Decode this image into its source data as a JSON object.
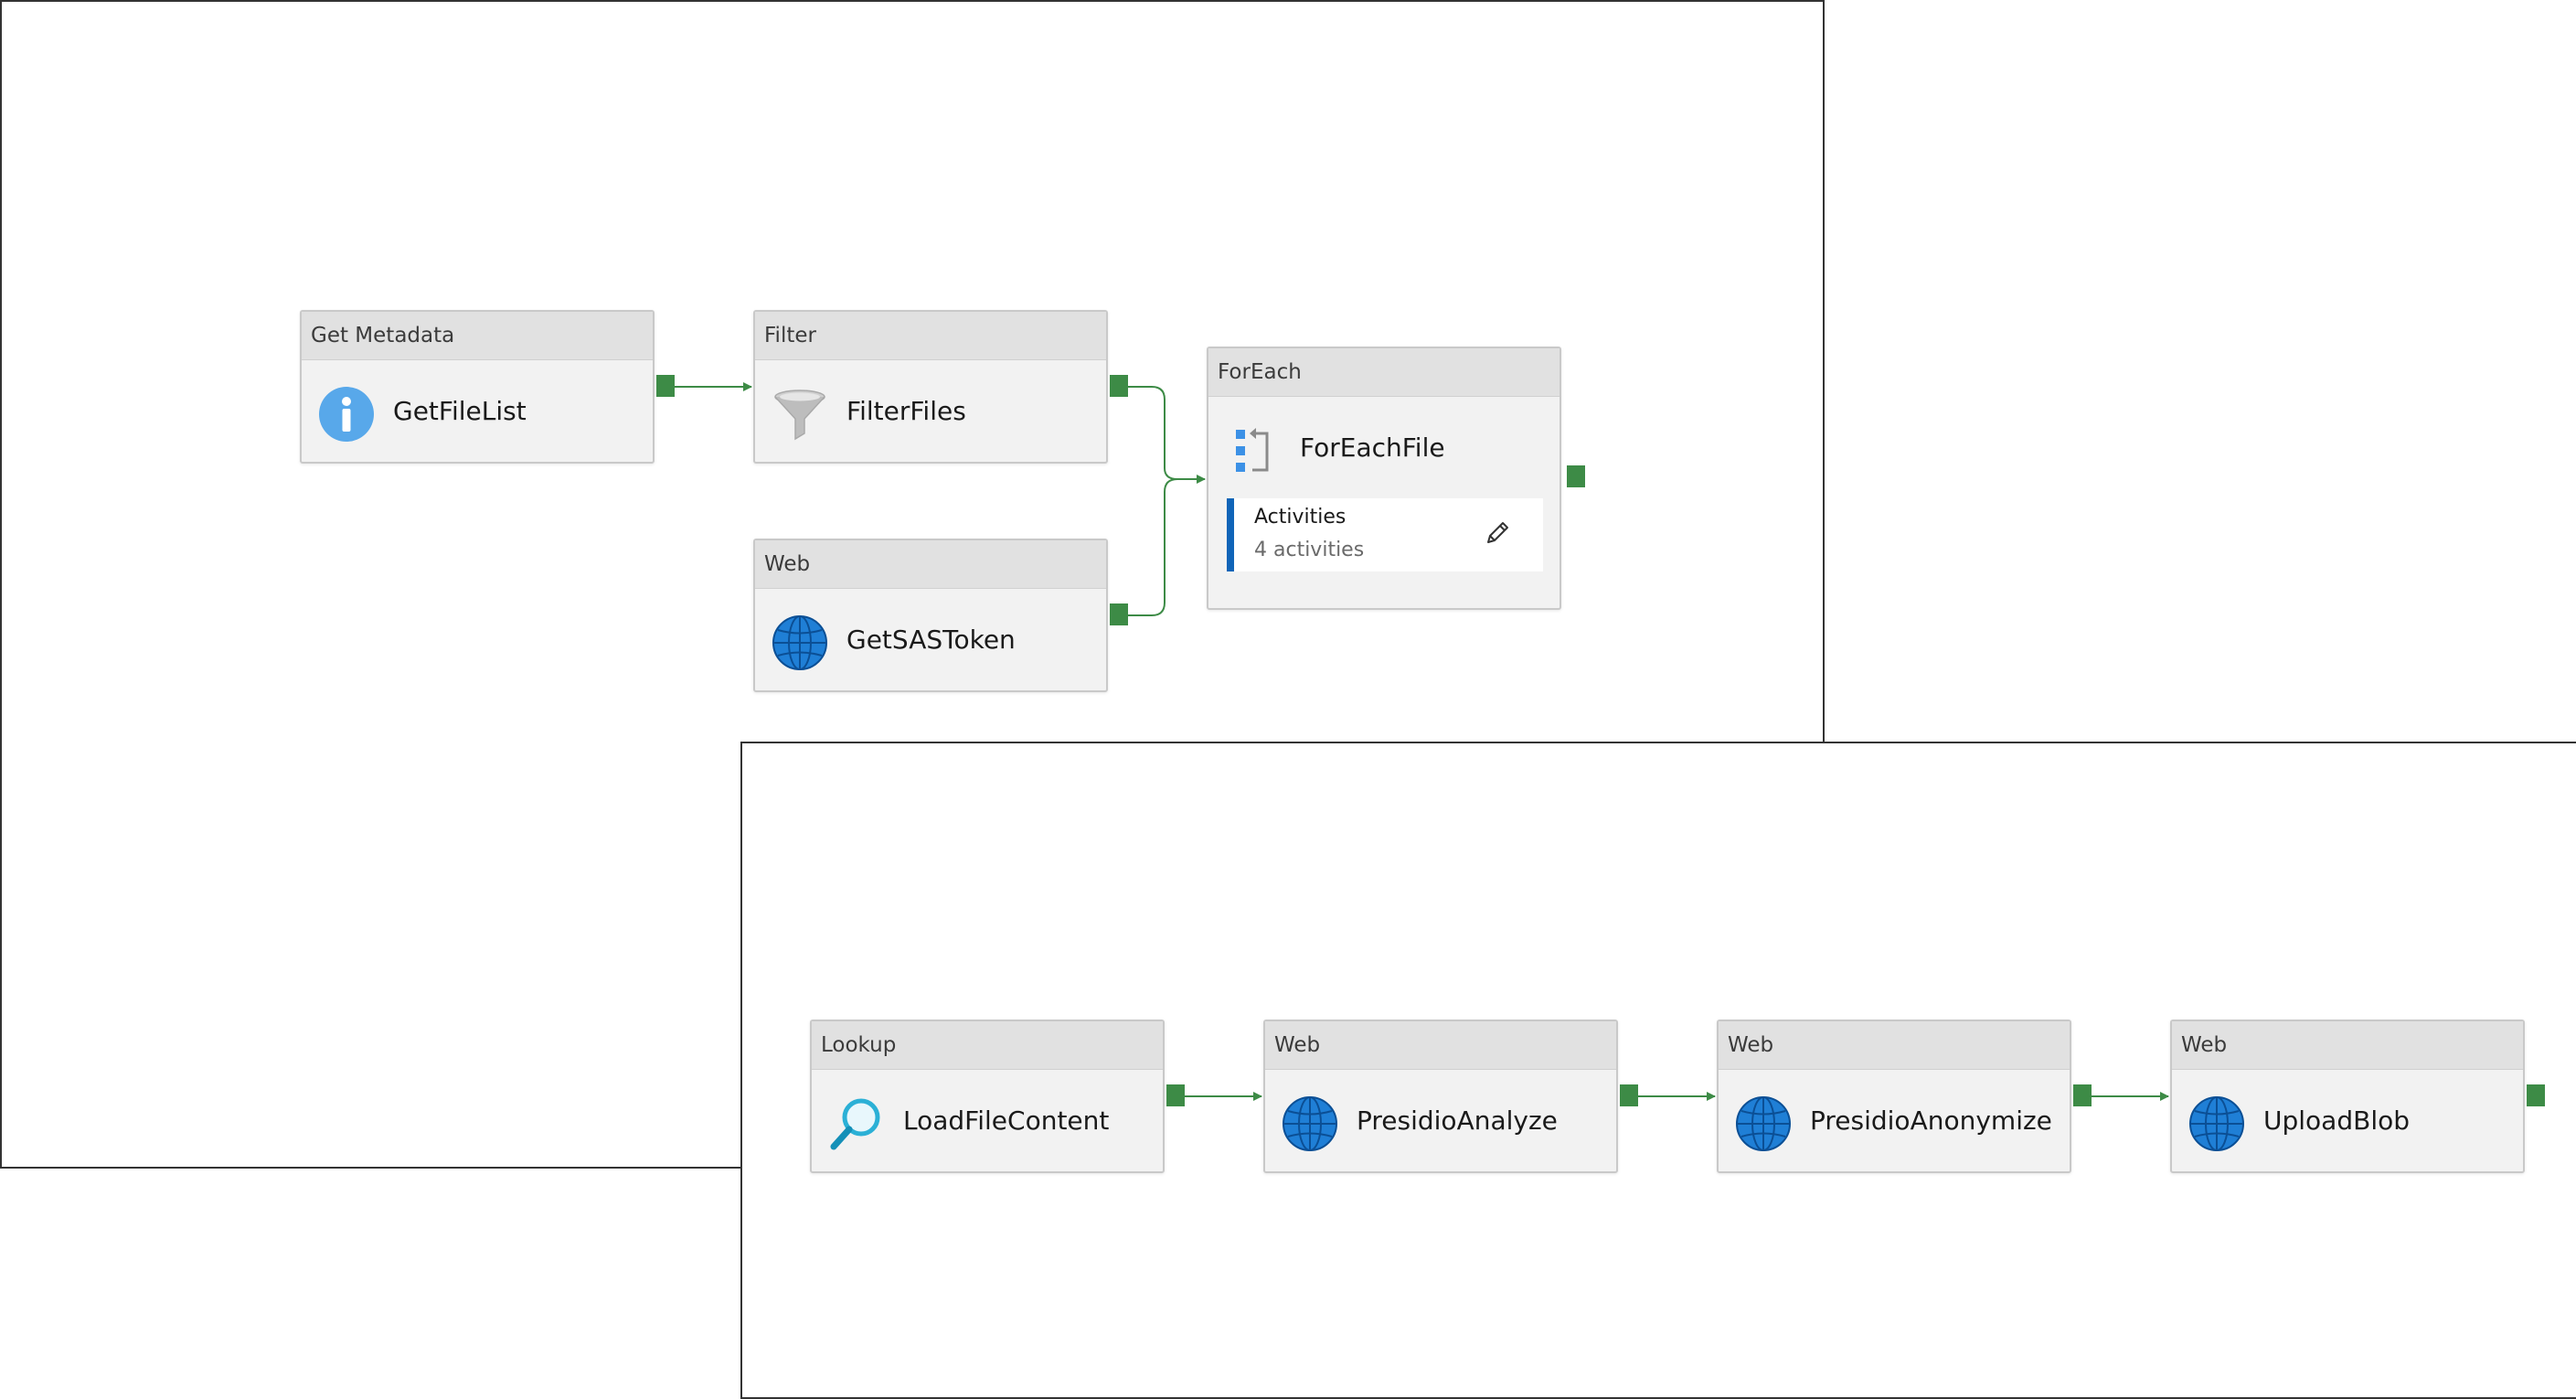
{
  "outer_pipeline": {
    "activities": [
      {
        "type": "Get Metadata",
        "name": "GetFileList",
        "icon": "info-icon"
      },
      {
        "type": "Filter",
        "name": "FilterFiles",
        "icon": "funnel-icon"
      },
      {
        "type": "Web",
        "name": "GetSASToken",
        "icon": "globe-icon"
      },
      {
        "type": "ForEach",
        "name": "ForEachFile",
        "icon": "foreach-icon",
        "inner": {
          "title": "Activities",
          "count": "4 activities",
          "edit_icon": "pencil-icon"
        }
      }
    ]
  },
  "inner_pipeline": {
    "activities": [
      {
        "type": "Lookup",
        "name": "LoadFileContent",
        "icon": "magnifier-icon"
      },
      {
        "type": "Web",
        "name": "PresidioAnalyze",
        "icon": "globe-icon"
      },
      {
        "type": "Web",
        "name": "PresidioAnonymize",
        "icon": "globe-icon"
      },
      {
        "type": "Web",
        "name": "UploadBlob",
        "icon": "globe-icon"
      }
    ]
  },
  "colors": {
    "success_port": "#3d8b46",
    "connector": "#3d8b46",
    "accent_blue": "#1064b8",
    "icon_blue": "#1f7fd6"
  }
}
